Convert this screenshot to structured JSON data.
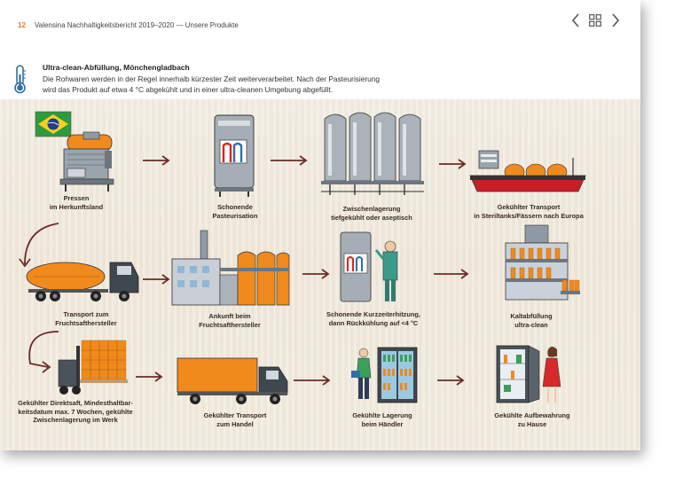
{
  "header": {
    "page_number": "12",
    "title": "Valensina Nachhaltigkeitsbericht 2019–2020 — Unsere Produkte"
  },
  "nav": {
    "prev_icon": "chevron-left-icon",
    "grid_icon": "grid-icon",
    "next_icon": "chevron-right-icon"
  },
  "intro": {
    "icon": "thermometer-icon",
    "title": "Ultra-clean-Abfüllung, Mönchengladbach",
    "text": "Die Rohwaren werden in der Regel innerhalb kürzester Zeit weiterverarbeitet. Nach der Pasteurisierung wird das Produkt auf etwa 4 °C abgekühlt und in einer ultra-cleanen Umgebung abgefüllt."
  },
  "colors": {
    "accent": "#e07b18",
    "arrow": "#6b2b28",
    "orange": "#f08a1c",
    "steel": "#8e9aa6"
  },
  "steps": [
    {
      "l1": "Pressen",
      "l2": "im Herkunftsland",
      "l3": ""
    },
    {
      "l1": "Schonende",
      "l2": "Pasteurisation",
      "l3": ""
    },
    {
      "l1": "Zwischenlagerung",
      "l2": "tiefgekühlt oder aseptisch",
      "l3": ""
    },
    {
      "l1": "Gekühlter Transport",
      "l2": "in Steriltanks/Fässern nach Europa",
      "l3": ""
    },
    {
      "l1": "Transport zum",
      "l2": "Fruchtsafthersteller",
      "l3": ""
    },
    {
      "l1": "Ankunft beim",
      "l2": "Fruchtsafthersteller",
      "l3": ""
    },
    {
      "l1": "Schonende Kurzzeiterhitzung,",
      "l2": "dann Rückkühlung auf <4 °C",
      "l3": ""
    },
    {
      "l1": "Kaltabfüllung",
      "l2": "ultra-clean",
      "l3": ""
    },
    {
      "l1": "Gekühlter Direktsaft, Mindesthaltbar-",
      "l2": "keitsdatum max. 7 Wochen, gekühlte",
      "l3": "Zwischenlagerung im Werk"
    },
    {
      "l1": "Gekühlter Transport",
      "l2": "zum Handel",
      "l3": ""
    },
    {
      "l1": "Gekühlte Lagerung",
      "l2": "beim Händler",
      "l3": ""
    },
    {
      "l1": "Gekühlte Aufbewahrung",
      "l2": "zu Hause",
      "l3": ""
    }
  ]
}
